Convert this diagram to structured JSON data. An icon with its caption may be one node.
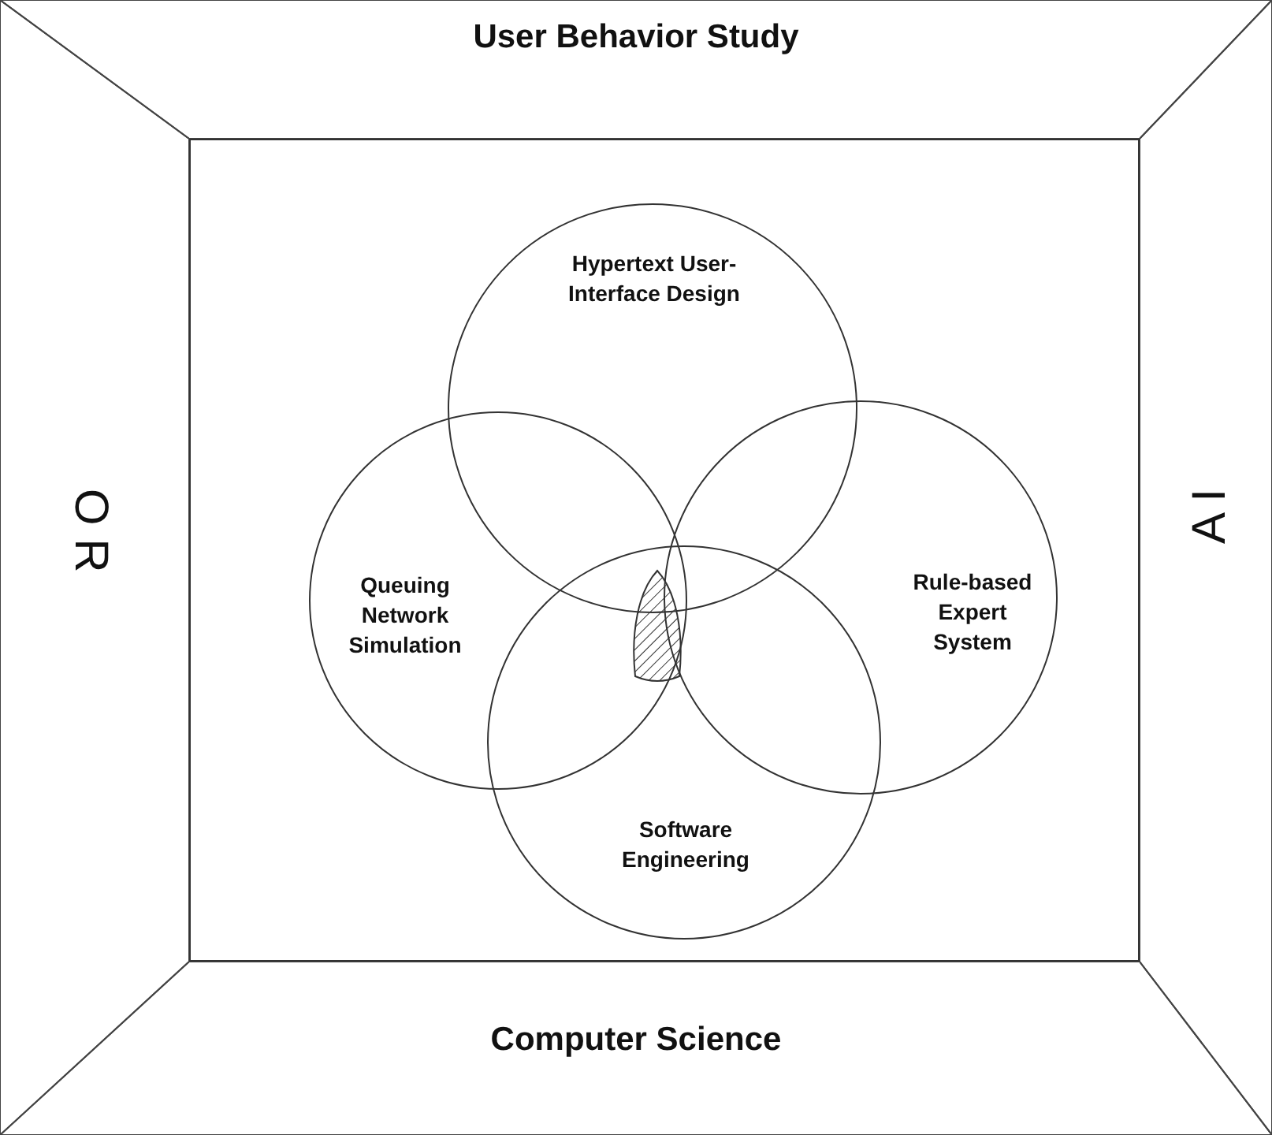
{
  "diagram": {
    "nodes": [
      {
        "text": [
          "User Behavior Study"
        ]
      },
      {
        "text": [
          "O R"
        ]
      },
      {
        "text": [],
        "shape": "box"
      },
      {
        "text": [
          "Hypertext User-Interface Design"
        ],
        "in": 2
      },
      {
        "text": [
          "Queuing Network Simulation"
        ],
        "in": 2
      },
      {
        "text": [
          "Rule-based Expert System"
        ],
        "in": 2
      },
      {
        "text": [
          "Software Engineering"
        ],
        "in": 2
      },
      {
        "text": [
          "A I"
        ]
      },
      {
        "text": [
          "Computer Science"
        ]
      }
    ],
    "edges": []
  }
}
